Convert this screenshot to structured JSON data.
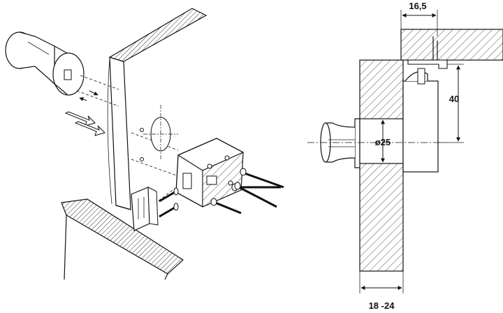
{
  "dimensions": {
    "top_offset": "16,5",
    "height": "40",
    "diameter": "ø25",
    "panel_thickness": "18 -24"
  },
  "colors": {
    "line": "#111111",
    "hatch": "#555555",
    "background": "#ffffff"
  }
}
